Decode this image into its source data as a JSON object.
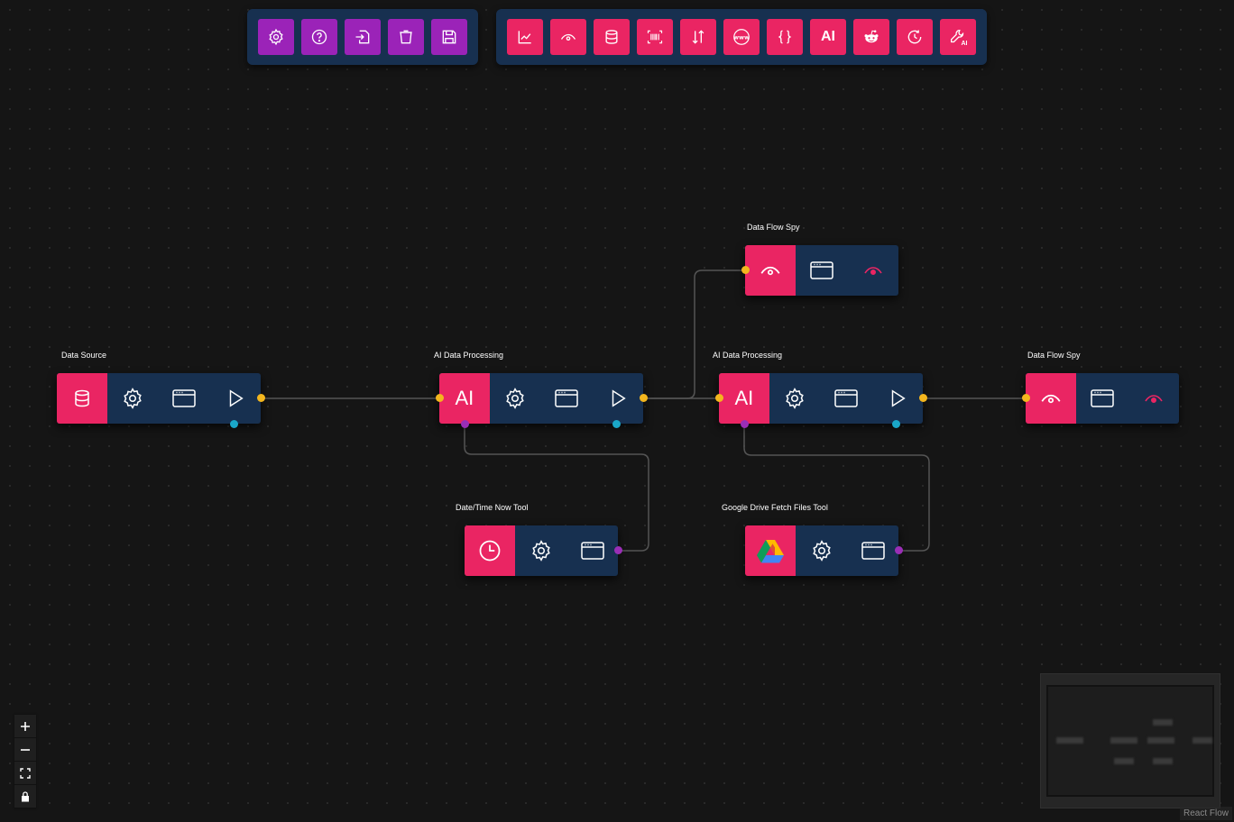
{
  "toolbar_left": {
    "buttons": [
      {
        "name": "settings-button",
        "icon": "gear-icon"
      },
      {
        "name": "help-button",
        "icon": "question-icon"
      },
      {
        "name": "import-button",
        "icon": "import-icon"
      },
      {
        "name": "clear-button",
        "icon": "trash-icon"
      },
      {
        "name": "save-button",
        "icon": "floppy-icon"
      }
    ],
    "color": "#9b23b8"
  },
  "toolbar_right": {
    "buttons": [
      {
        "name": "add-chart-node-button",
        "icon": "chart-line-icon"
      },
      {
        "name": "add-data-flow-spy-button",
        "icon": "eye-icon"
      },
      {
        "name": "add-data-source-button",
        "icon": "database-icon"
      },
      {
        "name": "add-barcode-node-button",
        "icon": "barcode-icon"
      },
      {
        "name": "add-sort-node-button",
        "icon": "sort-icon"
      },
      {
        "name": "add-web-node-button",
        "icon": "www-icon"
      },
      {
        "name": "add-json-node-button",
        "icon": "braces-icon"
      },
      {
        "name": "add-ai-node-button",
        "icon": "ai-icon",
        "label": "AI"
      },
      {
        "name": "add-reddit-node-button",
        "icon": "reddit-icon"
      },
      {
        "name": "add-schedule-node-button",
        "icon": "clock-refresh-icon"
      },
      {
        "name": "add-ai-tool-button",
        "icon": "wrench-ai-icon",
        "label": "AI"
      }
    ],
    "color": "#ea2563"
  },
  "nodes": {
    "data_source": {
      "label": "Data Source",
      "icon": "database-icon"
    },
    "ai_processing_1": {
      "label": "AI Data Processing",
      "main_text": "AI"
    },
    "ai_processing_2": {
      "label": "AI Data Processing",
      "main_text": "AI"
    },
    "data_flow_spy_top": {
      "label": "Data Flow Spy",
      "icon": "eye-icon"
    },
    "data_flow_spy_right": {
      "label": "Data Flow Spy",
      "icon": "eye-icon"
    },
    "datetime_tool": {
      "label": "Date/Time Now Tool",
      "icon": "clock-icon"
    },
    "gdrive_tool": {
      "label": "Google Drive Fetch Files Tool",
      "icon": "google-drive-icon"
    }
  },
  "colors": {
    "node_main": "#ea2563",
    "node_body": "#173050",
    "handle_data": "#f3b61e",
    "handle_trigger": "#1aa7c8",
    "handle_tool": "#9a2eb6",
    "edge": "#555555"
  },
  "controls": [
    "zoom-in",
    "zoom-out",
    "fit-view",
    "lock"
  ],
  "attribution": "React Flow"
}
